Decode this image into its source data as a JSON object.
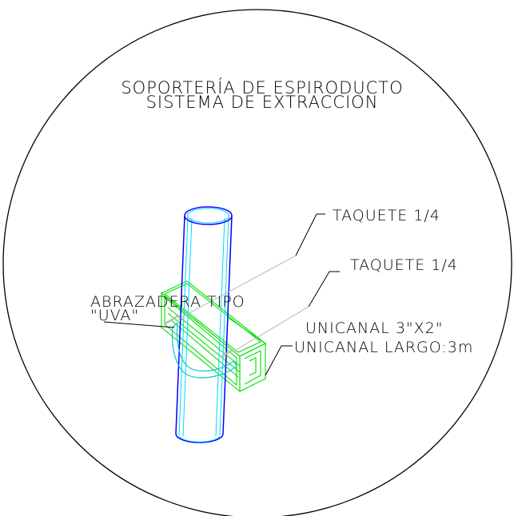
{
  "title": {
    "line1": "SOPORTERÍA DE ESPIRODUCTO",
    "line2": "SISTEMA DE EXTRACCION"
  },
  "labels": {
    "taquete_upper": "TAQUETE 1/4",
    "taquete_lower": "TAQUETE 1/4",
    "abrazadera_line1": "ABRAZADERA TIPO",
    "abrazadera_line2": "\"UVA\"",
    "unicanal_size": "UNICANAL 3\"X2\"",
    "unicanal_length": "UNICANAL LARGO:3m"
  },
  "colors": {
    "pipe": "#0000ff",
    "pipe_highlight": "#00ffff",
    "channel": "#00ff00",
    "clamp": "#00cccc",
    "anchor": "#c0c0c0",
    "leader": "#000000",
    "leader_gray": "#b0b0b0",
    "outline": "#000000"
  }
}
